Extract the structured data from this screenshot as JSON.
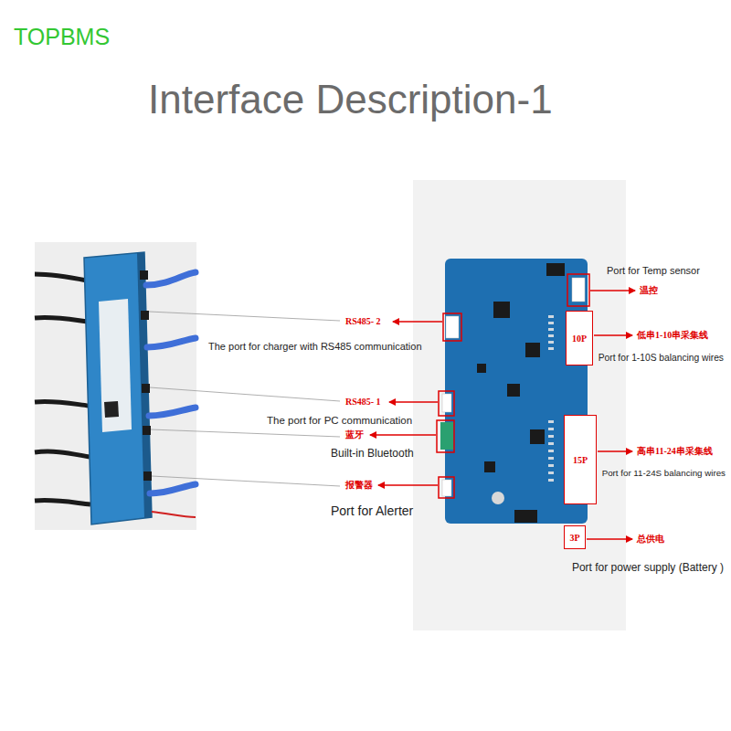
{
  "diagram": {
    "title": "Interface Description-1",
    "nodes": [
      {
        "text": [
          "10P"
        ]
      },
      {
        "text": [
          "15P"
        ]
      },
      {
        "text": [
          "3P"
        ]
      }
    ],
    "labels": [
      "TOPBMS",
      "RS485- 2",
      "The port for charger with RS485 communication",
      "RS485- 1",
      "The port for PC communication",
      "蓝牙",
      "Built-in Bluetooth",
      "报警器",
      "Port for Alerter",
      "温控",
      "Port for Temp sensor",
      "低串1-10串采集线",
      "Port for 1-10S balancing wires",
      "高串11-24串采集线",
      "Port for 11-24S balancing wires",
      "总供电",
      "Port for power supply (Battery )"
    ]
  }
}
